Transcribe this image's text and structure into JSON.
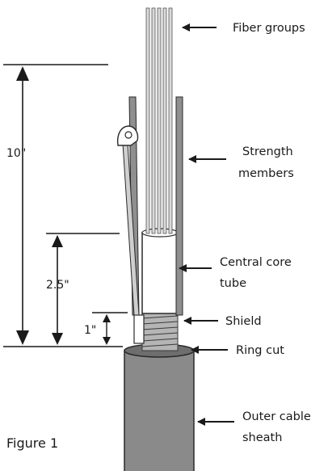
{
  "labels": {
    "fiber_groups": "Fiber groups",
    "strength_members": [
      "Strength",
      "members"
    ],
    "central_core_tube": [
      "Central core",
      "tube"
    ],
    "shield": "Shield",
    "ring_cut": "Ring cut",
    "outer_cable_sheath": [
      "Outer cable",
      "sheath"
    ]
  },
  "dimensions": {
    "ten_inch": "10\"",
    "two_half_inch": "2.5\"",
    "one_inch": "1\""
  },
  "figure_caption": "Figure 1"
}
